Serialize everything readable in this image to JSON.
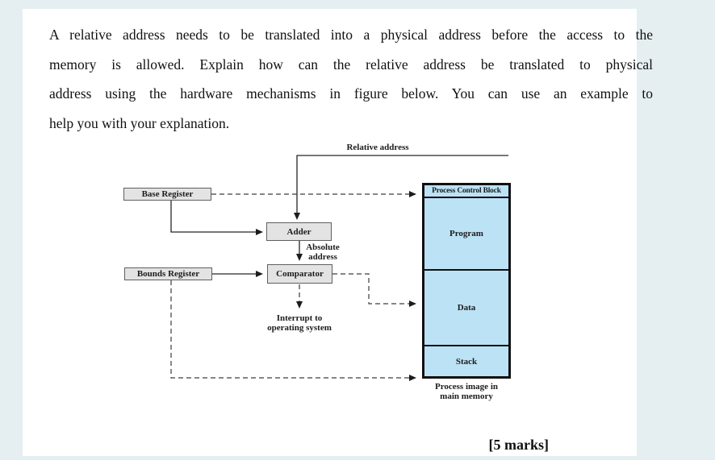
{
  "page": {
    "background_color": "#e5eff1",
    "question": {
      "lines": [
        "A relative address needs to be translated into a physical address before the access to the",
        "memory is allowed. Explain how can the relative address be translated to physical",
        "address using the hardware mechanisms in figure below. You can use an example to",
        "help you with your explanation."
      ],
      "marks": "[5 marks]"
    }
  },
  "diagram": {
    "labels": {
      "relative_address": "Relative address",
      "absolute_address": [
        "Absolute",
        "address"
      ],
      "interrupt": [
        "Interrupt to",
        "operating system"
      ],
      "caption": [
        "Process image in",
        "main memory"
      ]
    },
    "boxes": {
      "base_register": "Base Register",
      "bounds_register": "Bounds Register",
      "adder": "Adder",
      "comparator": "Comparator"
    },
    "memory": {
      "header": "Process Control Block",
      "sections": [
        "Program",
        "Data",
        "Stack"
      ]
    },
    "colors": {
      "register_fill": "#e3e3e3",
      "register_border": "#5f5f5f",
      "memory_fill": "#bce2f6",
      "memory_border": "#111111",
      "line_color": "#262626",
      "page_background": "#e5eff1"
    }
  }
}
